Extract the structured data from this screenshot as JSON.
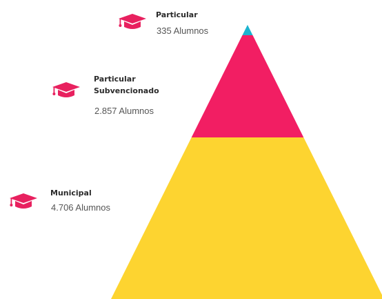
{
  "chart_data": {
    "type": "pyramid",
    "unit": "Alumnos",
    "segments": [
      {
        "name": "Particular",
        "label_lines": [
          "Particular"
        ],
        "display_value": "335 Alumnos",
        "value": 335,
        "color": "#1BB3CF"
      },
      {
        "name": "Particular Subvencionado",
        "label_lines": [
          "Particular",
          "Subvencionado"
        ],
        "display_value": "2.857 Alumnos",
        "value": 2857,
        "color": "#F21E63"
      },
      {
        "name": "Municipal",
        "label_lines": [
          "Municipal"
        ],
        "display_value": "4.706 Alumnos",
        "value": 4706,
        "color": "#FDD430"
      }
    ],
    "icon": "graduation-cap-icon",
    "icon_color": "#E8215F"
  }
}
